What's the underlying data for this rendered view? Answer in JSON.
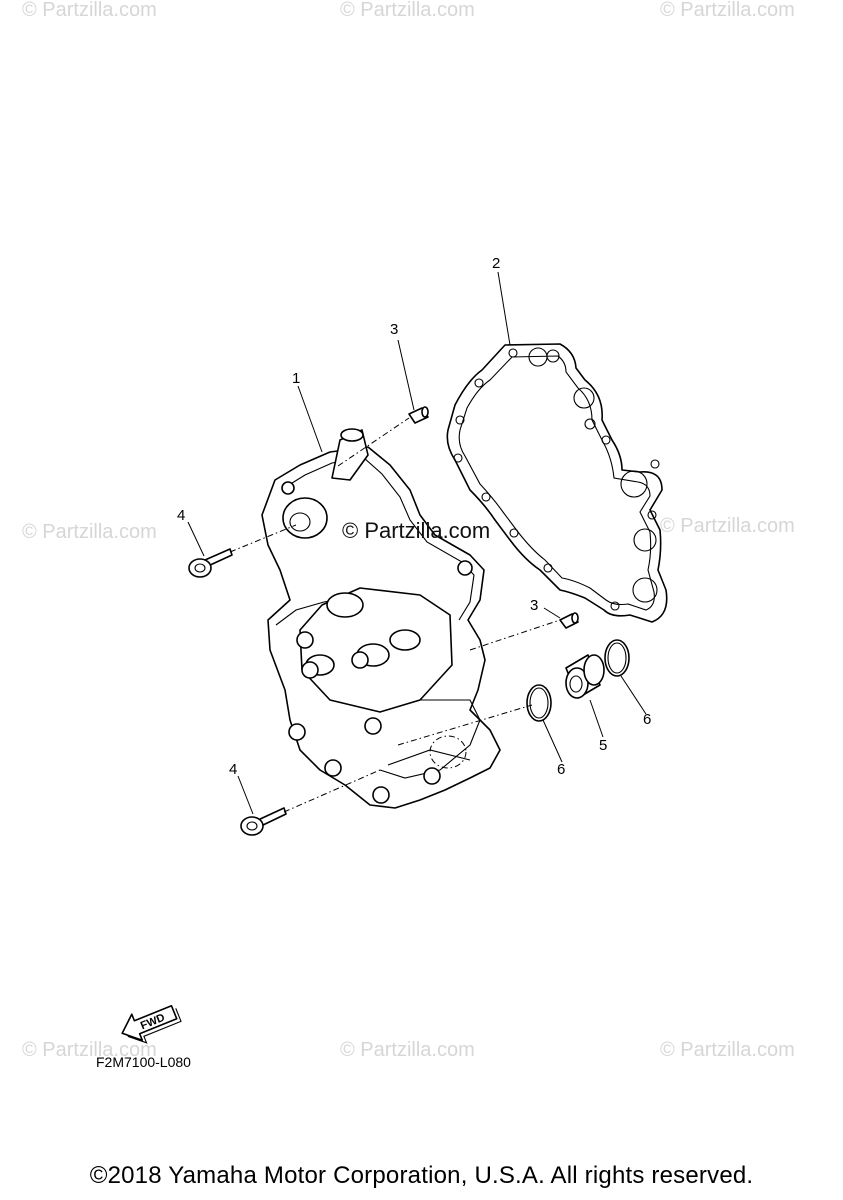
{
  "watermark": {
    "text": "© Partzilla.com",
    "center_text": "© Partzilla.com"
  },
  "callouts": {
    "c1": "1",
    "c2": "2",
    "c3a": "3",
    "c3b": "3",
    "c4a": "4",
    "c4b": "4",
    "c5": "5",
    "c6a": "6",
    "c6b": "6"
  },
  "fwd_label": "FWD",
  "figure_code": "F2M7100-L080",
  "copyright": "©2018 Yamaha Motor Corporation, U.S.A. All rights reserved."
}
